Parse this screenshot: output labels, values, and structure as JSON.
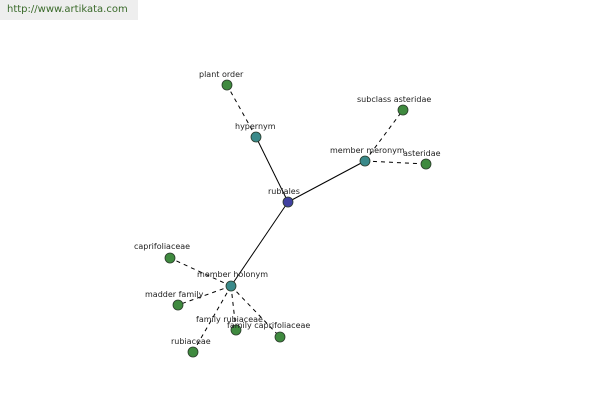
{
  "header": {
    "url": "http://www.artikata.com"
  },
  "colors": {
    "center": "#4040a0",
    "relation": "#3a8a8a",
    "leaf": "#3f8a3f"
  },
  "graph": {
    "center": "rubiales",
    "relations": [
      "hypernym",
      "member meronym",
      "member holonym"
    ],
    "nodes": {
      "rubiales": "rubiales",
      "hypernym": "hypernym",
      "plant_order": "plant order",
      "member_meronym": "member meronym",
      "subclass_asteridae": "subclass asteridae",
      "asteridae": "asteridae",
      "member_holonym": "member holonym",
      "caprifoliaceae": "caprifoliaceae",
      "madder_family": "madder family",
      "family_rubiaceae": "family rubiaceae",
      "family_caprifoliaceae": "family caprifoliaceae",
      "rubiaceae": "rubiaceae"
    }
  }
}
